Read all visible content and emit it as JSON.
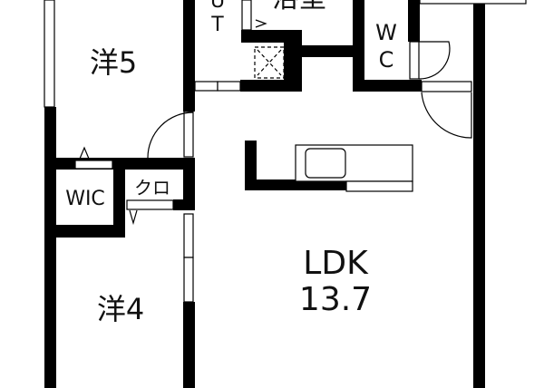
{
  "rooms": {
    "western5": "洋5",
    "western4": "洋4",
    "wic": "WIC",
    "closet": "クロ",
    "ldk": "LDK",
    "ldk_size": "13.7",
    "ut_u": "U",
    "ut_t": "T",
    "bath": "浴室",
    "wc_w": "W",
    "wc_c": "C"
  },
  "colors": {
    "wall": "#000000",
    "background": "#ffffff"
  }
}
